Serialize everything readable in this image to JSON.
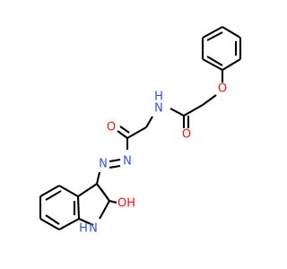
{
  "colors": {
    "bond": "#000000",
    "oxygen": "#ff0d0d",
    "nitrogen": "#3050f8",
    "background": "#ffffff"
  },
  "atoms": {
    "o_ether": "O",
    "o_amide_right": "O",
    "n_amide": "N",
    "h_amide": "H",
    "o_amide_left": "O",
    "n_azo_1": "N",
    "n_azo_2": "N",
    "n_indole": "N",
    "h_indole": "H",
    "oh_group": "OH"
  }
}
